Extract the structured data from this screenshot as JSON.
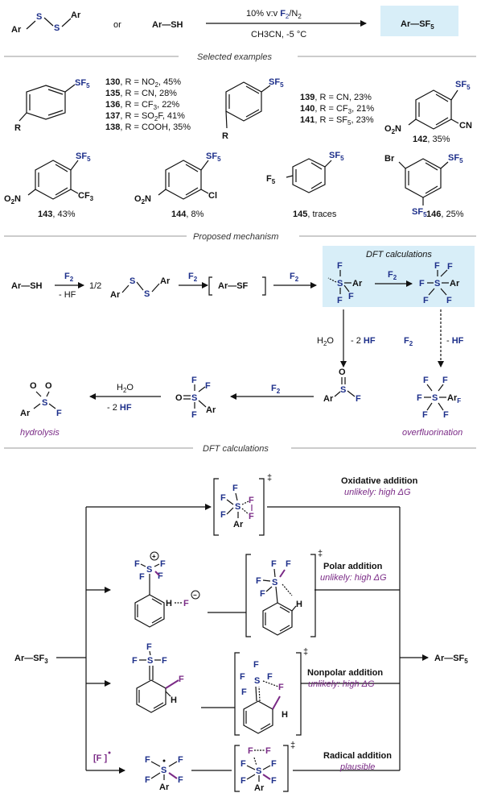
{
  "colors": {
    "highlight": "#d8eef8",
    "blue": "#1d2f8a",
    "purple": "#7a2a86",
    "divider": "#9a9a9a"
  },
  "top": {
    "reagent_a": "Ar",
    "s_atom": "S",
    "or": "or",
    "thiol": "Ar—SH",
    "cond_top_pre": "10% v:v ",
    "cond_top_f": "F",
    "cond_top_post": "/N",
    "cond_bottom": "CH3CN, -5 °C",
    "product": "Ar—SF"
  },
  "sections": {
    "selected": "Selected examples",
    "mechanism": "Proposed mechanism",
    "dft_lower": "DFT calculations",
    "dft_box": "DFT calculations"
  },
  "examples": {
    "group1": [
      {
        "id": "130",
        "text": ", R = NO",
        "sub": "2",
        "tail": ", 45%"
      },
      {
        "id": "135",
        "text": ", R = CN, 28%",
        "sub": "",
        "tail": ""
      },
      {
        "id": "136",
        "text": ", R = CF",
        "sub": "3",
        "tail": ", 22%"
      },
      {
        "id": "137",
        "text": ", R = SO",
        "sub": "2",
        "tail": "F, 41%"
      },
      {
        "id": "138",
        "text": ", R = COOH, 35%",
        "sub": "",
        "tail": ""
      }
    ],
    "group2": [
      {
        "id": "139",
        "text": ", R = CN, 23%",
        "sub": "",
        "tail": ""
      },
      {
        "id": "140",
        "text": ", R = CF",
        "sub": "3",
        "tail": ",  21%"
      },
      {
        "id": "141",
        "text": ", R = SF",
        "sub": "5",
        "tail": ", 23%"
      }
    ],
    "c142": {
      "id": "142",
      "yield": ", 35%"
    },
    "c143": {
      "id": "143",
      "yield": ", 43%"
    },
    "c144": {
      "id": "144",
      "yield": ", 8%"
    },
    "c145": {
      "id": "145",
      "yield": ", traces"
    },
    "c146": {
      "id": "146",
      "yield": ", 25%"
    },
    "labels": {
      "R": "R",
      "SF5": "SF",
      "five": "5",
      "O2N": "O",
      "two": "2",
      "N": "N",
      "CN": "CN",
      "CF3": "CF",
      "three": "3",
      "Cl": "Cl",
      "F5": "F",
      "Br": "Br"
    }
  },
  "mechanism": {
    "arsh": "Ar—SH",
    "f2": "F",
    "minus_hf": "- HF",
    "half": "1/2",
    "ar": "Ar",
    "s": "S",
    "arsf": "Ar—SF",
    "f": "F",
    "h2o": "H2O",
    "minus_2hf": "- 2 HF",
    "o": "O",
    "hydrolysis": "hydrolysis",
    "overfluorination": "overfluorination",
    "arf": "Ar"
  },
  "dft": {
    "start": "Ar—SF",
    "end": "Ar—SF",
    "ddagger": "‡",
    "rows": [
      {
        "title": "Oxidative addition",
        "note": "unlikely: high ΔG"
      },
      {
        "title": "Polar addition",
        "note": "unlikely: high ΔG"
      },
      {
        "title": "Nonpolar addition",
        "note": "unlikely: high ΔG"
      },
      {
        "title": "Radical addition",
        "note": "plausible"
      }
    ],
    "radical_label": "[F ]",
    "h": "H",
    "plus": "+",
    "minus": "−"
  }
}
